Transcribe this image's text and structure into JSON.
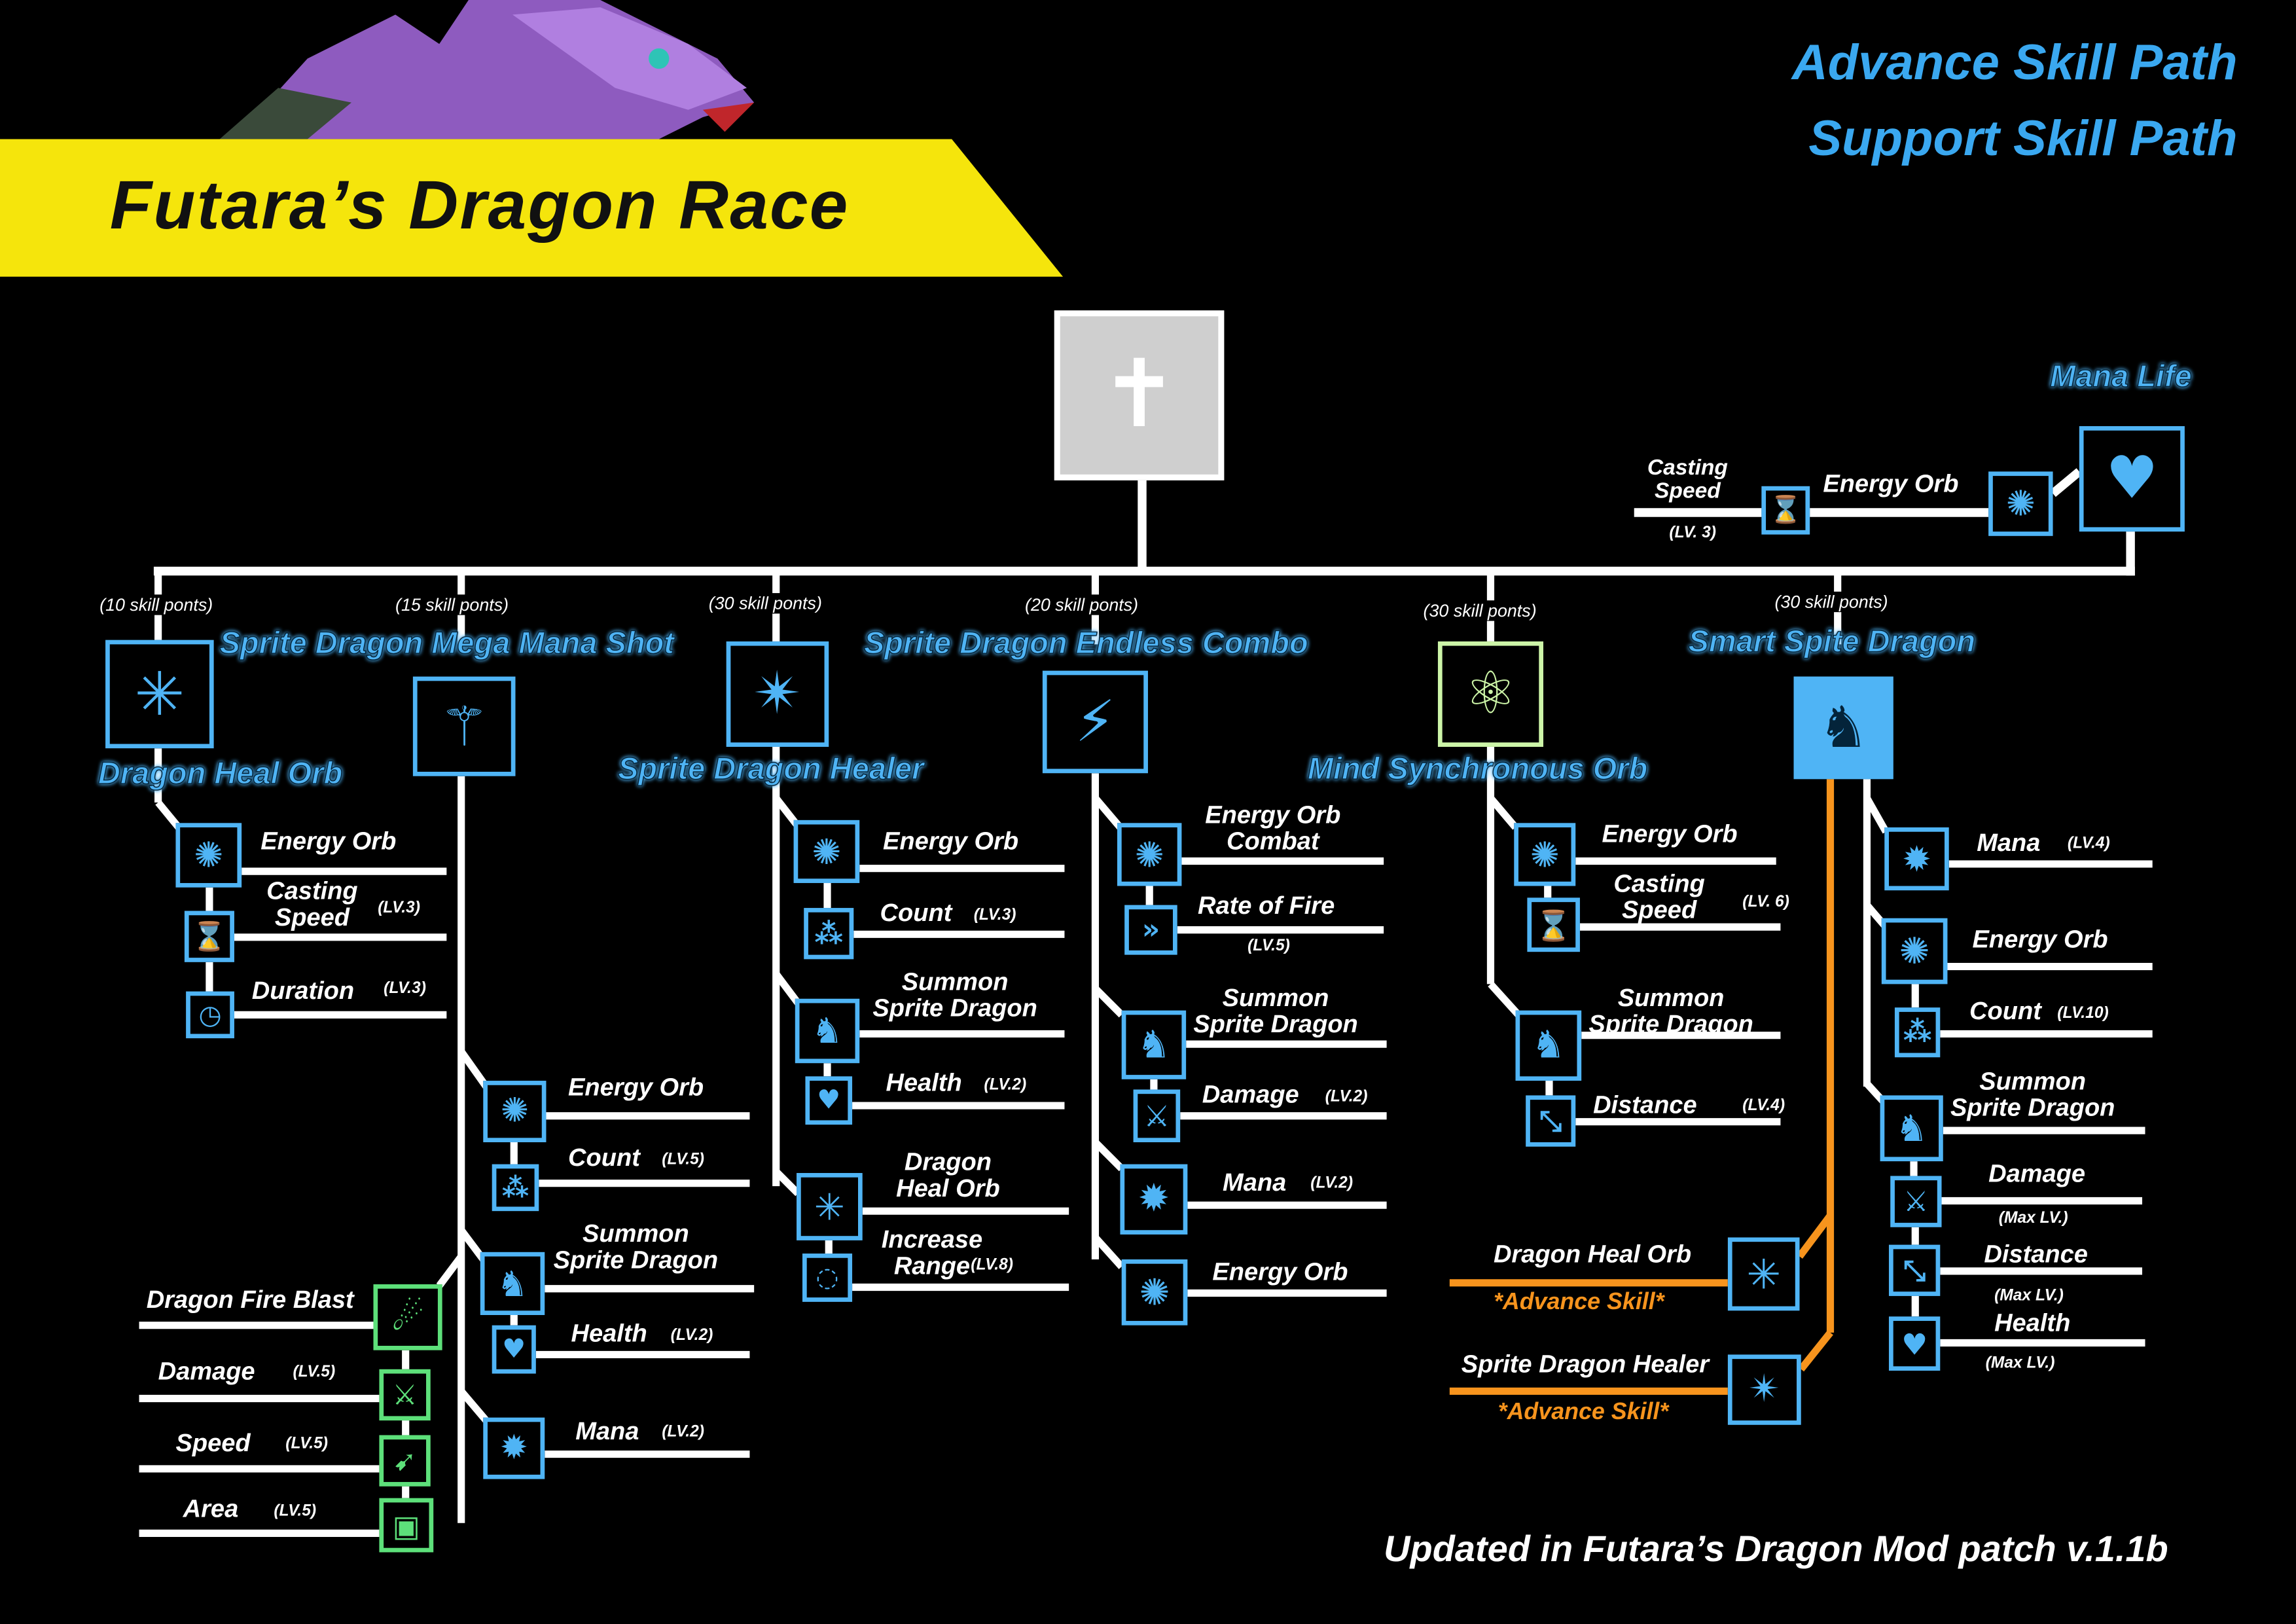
{
  "title": "Futara’s Dragon Race",
  "legend": {
    "advance": "Advance Skill Path",
    "support": "Support Skill Path"
  },
  "footer": "Updated in Futara’s Dragon Mod patch v.1.1b",
  "colors": {
    "advance_path": "#3aa8f0",
    "support_path": "#ffffff",
    "advance_skill_line": "#f7941d",
    "icon_border": "#4fb4f5",
    "banner": "#f5e50c",
    "sub_branch": "#5de07a"
  },
  "root": {
    "icon": "cross-shield-icon"
  },
  "mana_life": {
    "name": "Mana Life",
    "icon": "heart-icon",
    "children": [
      {
        "label": "Energy Orb",
        "icon": "energy-orb-icon"
      },
      {
        "label": "Casting\nSpeed",
        "level": "(LV. 3)",
        "icon": "casting-speed-icon"
      }
    ]
  },
  "branches": [
    {
      "cost": "(10 skill ponts)",
      "name": "Dragon Heal Orb",
      "icon": "heal-orb-icon",
      "children": [
        {
          "label": "Energy Orb",
          "icon": "energy-orb-icon"
        },
        {
          "label": "Casting\nSpeed",
          "level": "(LV.3)",
          "icon": "casting-speed-icon"
        },
        {
          "label": "Duration",
          "level": "(LV.3)",
          "icon": "duration-icon"
        }
      ]
    },
    {
      "cost": "(15 skill ponts)",
      "name": "Sprite Dragon Mega Mana Shot",
      "icon": "mega-mana-shot-icon",
      "children": [
        {
          "label": "Energy Orb",
          "icon": "energy-orb-icon"
        },
        {
          "label": "Count",
          "level": "(LV.5)",
          "icon": "count-icon"
        },
        {
          "label": "Summon\nSprite Dragon",
          "icon": "sprite-dragon-icon"
        },
        {
          "label": "Health",
          "level": "(LV.2)",
          "icon": "heart-icon"
        },
        {
          "label": "Mana",
          "level": "(LV.2)",
          "icon": "mana-icon"
        }
      ],
      "sub_branch": [
        {
          "label": "Dragon Fire Blast",
          "icon": "fire-blast-icon"
        },
        {
          "label": "Damage",
          "level": "(LV.5)",
          "icon": "damage-icon"
        },
        {
          "label": "Speed",
          "level": "(LV.5)",
          "icon": "speed-icon"
        },
        {
          "label": "Area",
          "level": "(LV.5)",
          "icon": "area-icon"
        }
      ]
    },
    {
      "cost": "(30 skill ponts)",
      "name": "Sprite Dragon Healer",
      "icon": "dragon-healer-icon",
      "children": [
        {
          "label": "Energy Orb",
          "icon": "energy-orb-icon"
        },
        {
          "label": "Count",
          "level": "(LV.3)",
          "icon": "count-icon"
        },
        {
          "label": "Summon\nSprite Dragon",
          "icon": "sprite-dragon-icon"
        },
        {
          "label": "Health",
          "level": "(LV.2)",
          "icon": "heart-icon"
        },
        {
          "label": "Dragon\nHeal Orb",
          "icon": "heal-orb-icon"
        },
        {
          "label": "Increase\nRange",
          "level": "(LV.8)",
          "icon": "range-icon"
        }
      ]
    },
    {
      "cost": "(20 skill ponts)",
      "name": "Sprite Dragon Endless Combo",
      "icon": "endless-combo-icon",
      "children": [
        {
          "label": "Energy Orb\nCombat",
          "icon": "energy-orb-combat-icon"
        },
        {
          "label": "Rate of Fire",
          "level": "(LV.5)",
          "icon": "rate-of-fire-icon"
        },
        {
          "label": "Summon\nSprite Dragon",
          "icon": "sprite-dragon-icon"
        },
        {
          "label": "Damage",
          "level": "(LV.2)",
          "icon": "damage-icon"
        },
        {
          "label": "Mana",
          "level": "(LV.2)",
          "icon": "mana-icon"
        },
        {
          "label": "Energy Orb",
          "icon": "energy-orb-icon"
        }
      ]
    },
    {
      "cost": "(30 skill ponts)",
      "name": "Mind Synchronous Orb",
      "icon": "mind-orb-icon",
      "children": [
        {
          "label": "Energy Orb",
          "icon": "energy-orb-icon"
        },
        {
          "label": "Casting\nSpeed",
          "level": "(LV. 6)",
          "icon": "casting-speed-icon"
        },
        {
          "label": "Summon\nSprite Dragon",
          "icon": "sprite-dragon-icon"
        },
        {
          "label": "Distance",
          "level": "(LV.4)",
          "icon": "distance-icon"
        }
      ]
    },
    {
      "cost": "(30 skill ponts)",
      "name": "Smart Spite Dragon",
      "icon": "smart-dragon-icon",
      "children": [
        {
          "label": "Mana",
          "level": "(LV.4)",
          "icon": "mana-icon"
        },
        {
          "label": "Energy Orb",
          "icon": "energy-orb-icon"
        },
        {
          "label": "Count",
          "level": "(LV.10)",
          "icon": "count-icon"
        },
        {
          "label": "Summon\nSprite Dragon",
          "icon": "sprite-dragon-icon"
        },
        {
          "label": "Damage",
          "level": "(Max LV.)",
          "icon": "damage-icon"
        },
        {
          "label": "Distance",
          "level": "(Max LV.)",
          "icon": "distance-icon"
        },
        {
          "label": "Health",
          "level": "(Max LV.)",
          "icon": "heart-icon"
        }
      ],
      "advance_skills": [
        {
          "label": "Dragon Heal Orb",
          "note": "*Advance Skill*",
          "icon": "heal-orb-icon"
        },
        {
          "label": "Sprite Dragon Healer",
          "note": "*Advance Skill*",
          "icon": "dragon-healer-icon"
        }
      ]
    }
  ]
}
